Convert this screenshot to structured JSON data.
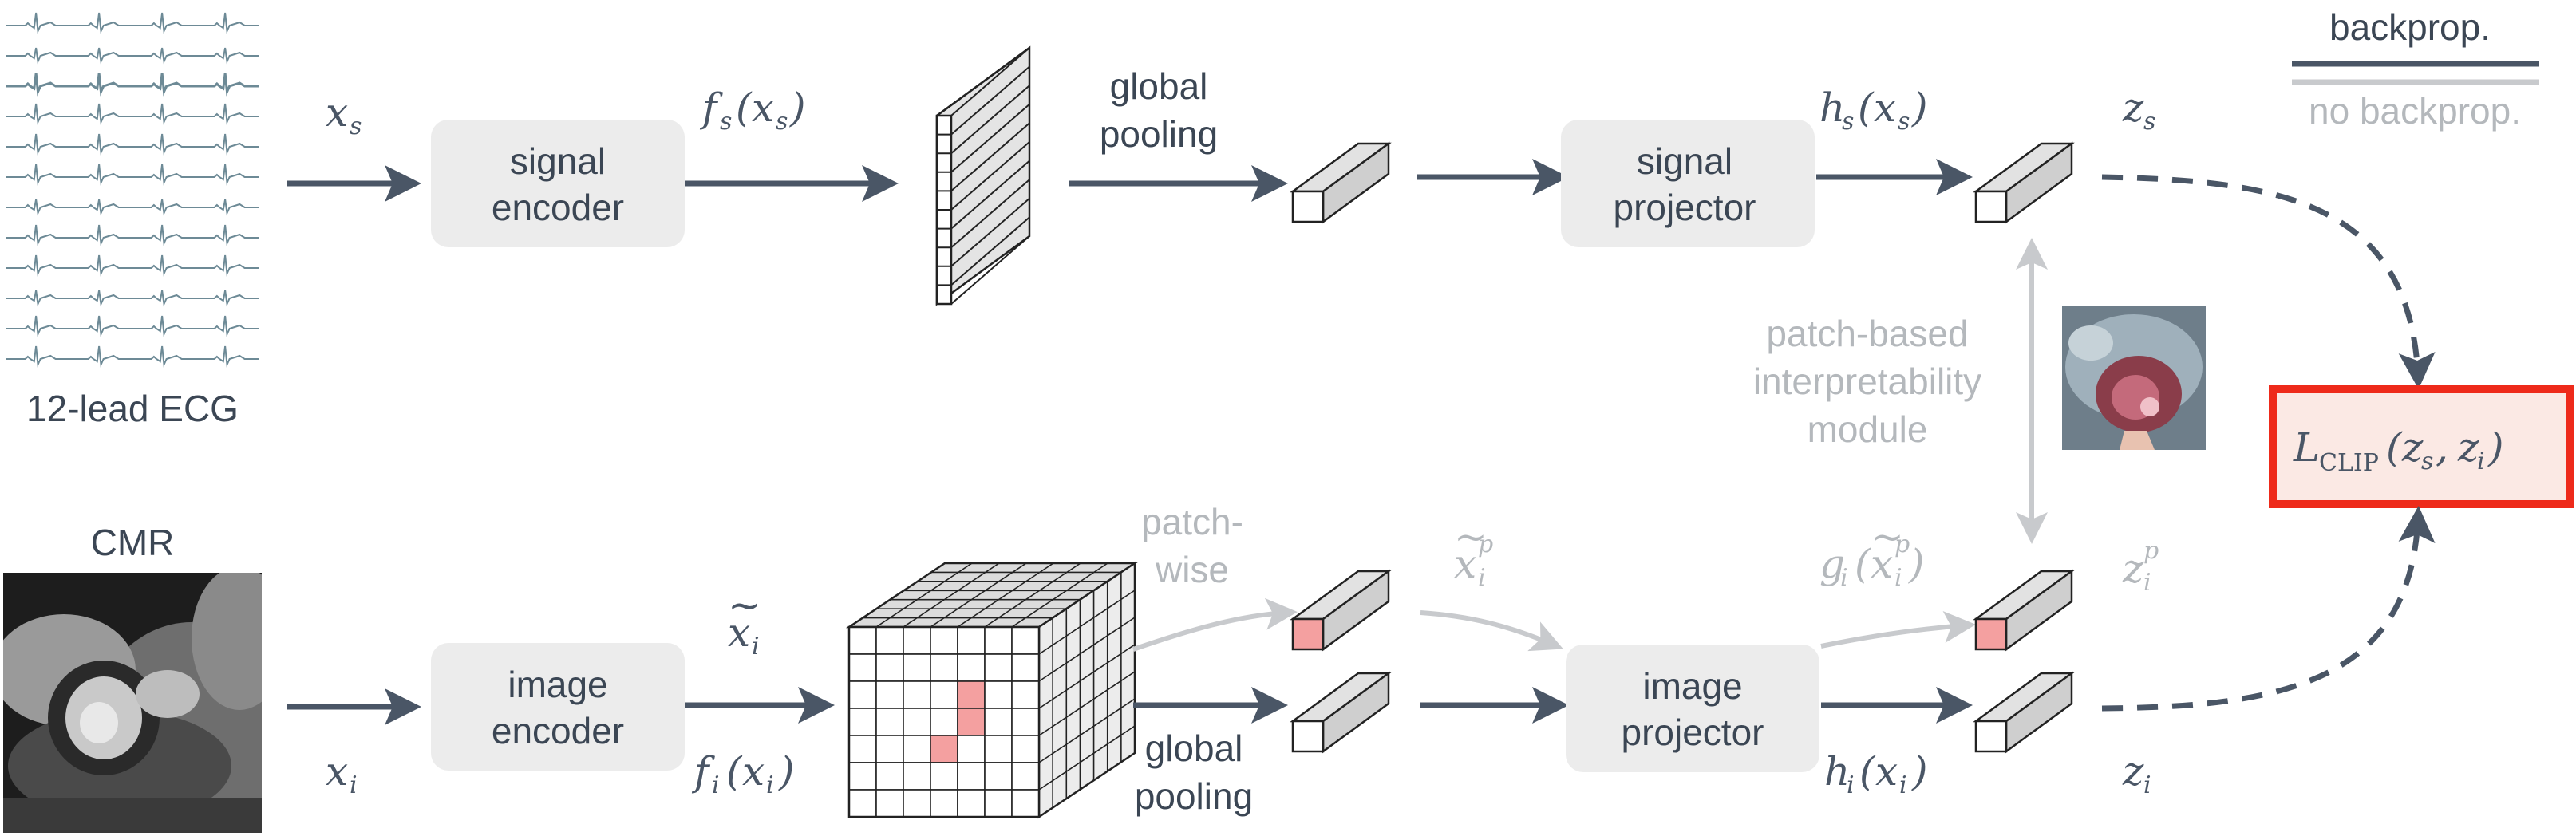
{
  "legend": {
    "backprop": "backprop.",
    "no_backprop": "no backprop."
  },
  "inputs": {
    "ecg_label": "12-lead ECG",
    "cmr_label": "CMR"
  },
  "blocks": {
    "signal_encoder": [
      "signal",
      "encoder"
    ],
    "image_encoder": [
      "image",
      "encoder"
    ],
    "signal_projector": [
      "signal",
      "projector"
    ],
    "image_projector": [
      "image",
      "projector"
    ]
  },
  "text_labels": {
    "global_pooling_top": [
      "global",
      "pooling"
    ],
    "global_pooling_bottom": [
      "global",
      "pooling"
    ],
    "patch_wise": [
      "patch-",
      "wise"
    ],
    "interpretability": [
      "patch-based",
      "interpretability",
      "module"
    ]
  },
  "math": {
    "x": "x",
    "f": "f",
    "h": "h",
    "z": "z",
    "g": "g",
    "sub_s": "s",
    "sub_i": "i",
    "sup_p": "p",
    "tilde": "~",
    "lp": "(",
    "rp": ")",
    "comma": ",",
    "L": "L",
    "clip": "CLIP"
  },
  "colors": {
    "dark": "#4a5666",
    "gray": "#c8cacd",
    "box_fill": "#ececec",
    "loss_border": "#ee2a1a",
    "loss_fill": "#fbe9e4",
    "patch_fill": "#f4a0a0",
    "ecg_trace": "#6d8a96"
  }
}
